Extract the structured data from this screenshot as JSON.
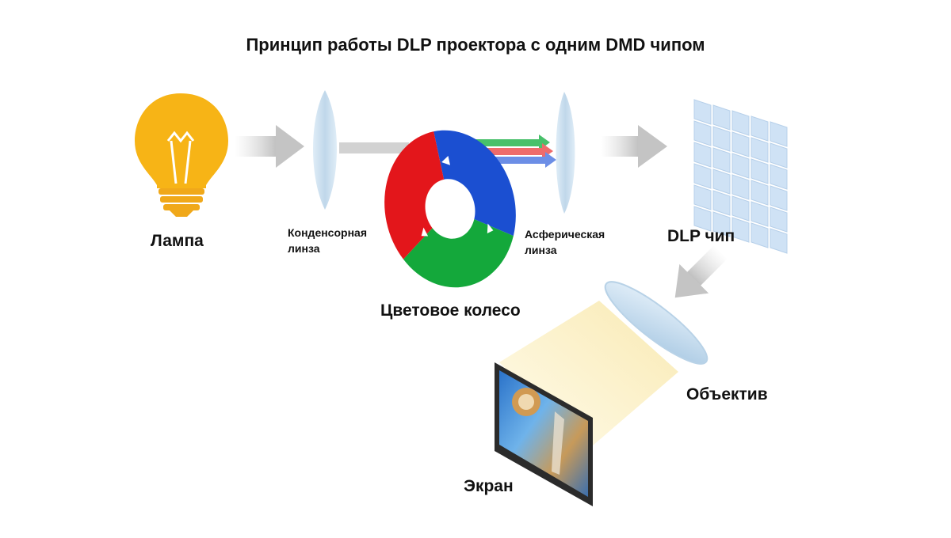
{
  "title": "Принцип работы DLP проектора с одним DMD чипом",
  "labels": {
    "lamp": "Лампа",
    "condenser_line1": "Конденсорная",
    "condenser_line2": "линза",
    "color_wheel": "Цветовое колесо",
    "aspheric_line1": "Асферическая",
    "aspheric_line2": "линза",
    "dlp_chip": "DLP чип",
    "objective": "Объектив",
    "screen": "Экран"
  },
  "colors": {
    "lamp_yellow": "#F7B416",
    "lamp_base": "#F0A81A",
    "lens_blue": "#C5DCEC",
    "arrow_gray": "#C8C8C8",
    "wheel_red": "#E3161B",
    "wheel_green": "#14A83B",
    "wheel_blue": "#1B4FD1",
    "chip_blue": "#CFE2F5",
    "beam_yellow": "#FBF0C2"
  },
  "icons": [
    "light-bulb-icon",
    "condenser-lens-icon",
    "color-wheel-icon",
    "aspheric-lens-icon",
    "dlp-chip-icon",
    "objective-lens-icon",
    "screen-icon"
  ]
}
